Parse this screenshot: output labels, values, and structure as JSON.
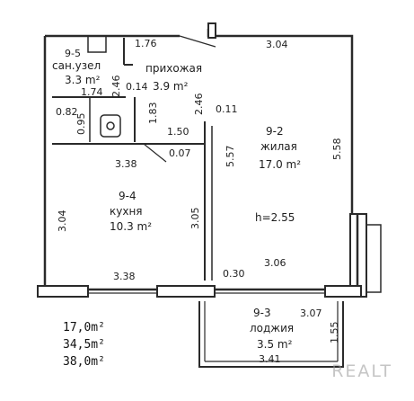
{
  "plan": {
    "dims": {
      "top_left": "1.76",
      "top_right": "3.04",
      "bath_height": "2.46",
      "bath_small": "0.14",
      "bath_width": "1.74",
      "hall_left": "1.83",
      "hall_right": "2.46",
      "hall_gap": "0.11",
      "closet_w": "0.82",
      "closet_h": "0.95",
      "hall_width": "1.50",
      "step": "0.07",
      "kitchen_top": "3.38",
      "kitchen_left": "3.04",
      "kitchen_right": "3.05",
      "kitchen_bottom": "3.38",
      "living_left": "5.57",
      "living_right": "5.58",
      "living_bottom": "3.06",
      "door_gap": "0.30",
      "loggia_top": "3.07",
      "loggia_right": "1.55",
      "loggia_bottom": "3.41"
    },
    "rooms": {
      "bath": {
        "id": "9-5",
        "name": "сан.узел",
        "area": "3.3 m²"
      },
      "hall": {
        "name": "прихожая",
        "area": "3.9 m²"
      },
      "living": {
        "id": "9-2",
        "name": "жилая",
        "area": "17.0 m²"
      },
      "kitchen": {
        "id": "9-4",
        "name": "кухня",
        "area": "10.3 m²"
      },
      "loggia": {
        "id": "9-3",
        "name": "лоджия",
        "area": "3.5 m²"
      }
    },
    "ceiling": "h=2.55"
  },
  "summary": {
    "living_area": "17,0m²",
    "total_area_no_loggia": "34,5m²",
    "total_area": "38,0m²"
  },
  "watermark": "REALT",
  "colors": {
    "wall": "#2a2a2a",
    "paper": "#ffffff",
    "text": "#1e1e1e"
  }
}
